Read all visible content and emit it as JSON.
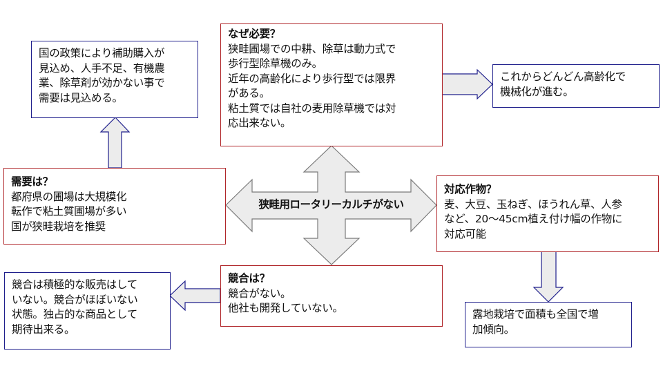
{
  "diagram": {
    "center": {
      "label": "狭畦用ロータリーカルチがない"
    },
    "why_needed": {
      "title": "なぜ必要？",
      "lines": [
        "狭畦圃場での中耕、除草は動力式で",
        "歩行型除草機のみ。",
        "近年の高齢化により歩行型では限界",
        "がある。",
        "粘土質では自社の麦用除草機では対",
        "応出来ない。"
      ]
    },
    "why_needed_result": {
      "lines": [
        "これからどんどん高齢化で",
        "機械化が進む。"
      ]
    },
    "demand": {
      "title": "需要は？",
      "lines": [
        "都府県の圃場は大規模化",
        "転作で粘土質圃場が多い",
        "国が狭畦栽培を推奨"
      ]
    },
    "demand_result": {
      "lines": [
        "国の政策により補助購入が",
        "見込め、人手不足、有機農",
        "業、除草剤が効かない事で",
        "需要は見込める。"
      ]
    },
    "crops": {
      "title": "対応作物？",
      "lines": [
        "麦、大豆、玉ねぎ、ほうれん草、人参",
        "など、20～45cm植え付け幅の作物に",
        "対応可能"
      ]
    },
    "crops_result": {
      "lines": [
        "露地栽培で面積も全国で増",
        "加傾向。"
      ]
    },
    "competition": {
      "title": "競合は？",
      "lines": [
        "競合がない。",
        "他社も開発していない。"
      ]
    },
    "competition_result": {
      "lines": [
        "競合は積極的な販売はして",
        "いない。競合がほぼいない",
        "状態。独占的な商品として",
        "期待出来る。"
      ]
    },
    "colors": {
      "question_border": "#b0262a",
      "result_border": "#1f1f8c",
      "arrow_fill": "#ececec",
      "center_arrow_stroke": "#7a7a7a"
    }
  }
}
